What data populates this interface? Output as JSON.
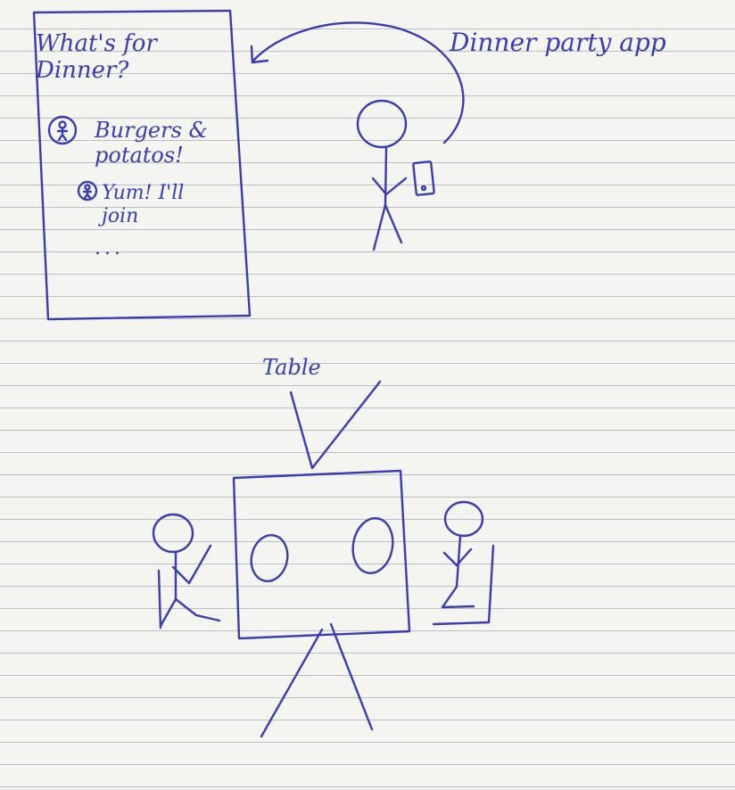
{
  "sketch": {
    "app_screen": {
      "title": "What's for Dinner?",
      "messages": [
        {
          "text": "Burgers & potatos!",
          "avatar": "person-icon"
        },
        {
          "text": "Yum! I'll join",
          "avatar": "person-icon"
        }
      ],
      "ellipsis": "..."
    },
    "app_label": "Dinner party app",
    "table_label": "Table"
  },
  "colors": {
    "ink": "#3a3db0",
    "paper": "#f4f4f1",
    "rule": "#b9bfc6"
  }
}
